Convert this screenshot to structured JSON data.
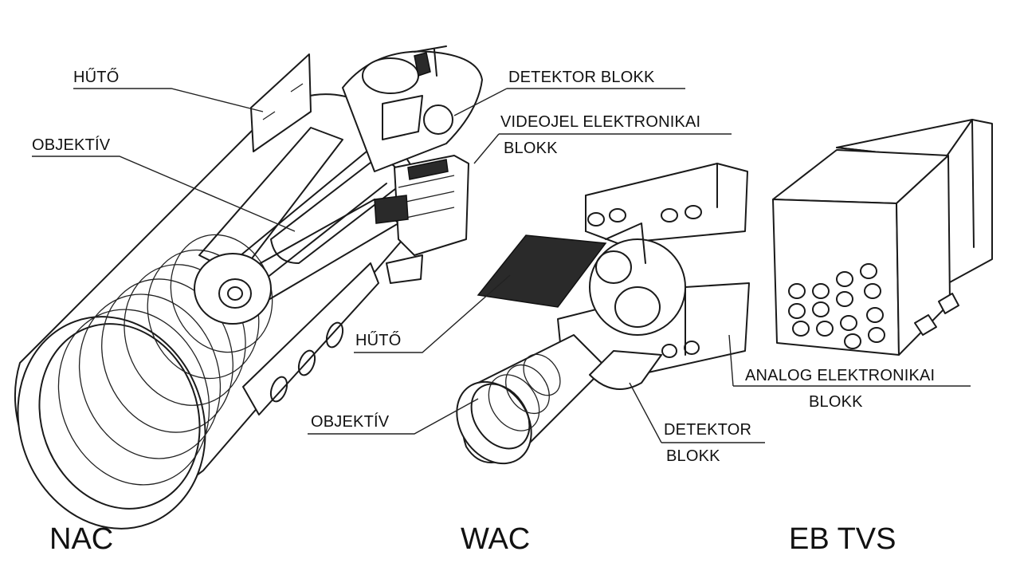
{
  "labels": {
    "nac_huto": "HŰTŐ",
    "nac_objektiv": "OBJEKTÍV",
    "detektor_blokk_top": "DETEKTOR BLOKK",
    "videojel_line1": "VIDEOJEL ELEKTRONIKAI",
    "videojel_line2": "BLOKK",
    "wac_huto": "HŰTŐ",
    "wac_objektiv": "OBJEKTÍV",
    "detektor_line1": "DETEKTOR",
    "detektor_line2": "BLOKK",
    "analog_line1": "ANALOG ELEKTRONIKAI",
    "analog_line2": "BLOKK"
  },
  "captions": {
    "nac": "NAC",
    "wac": "WAC",
    "eb_tvs": "EB TVS"
  }
}
